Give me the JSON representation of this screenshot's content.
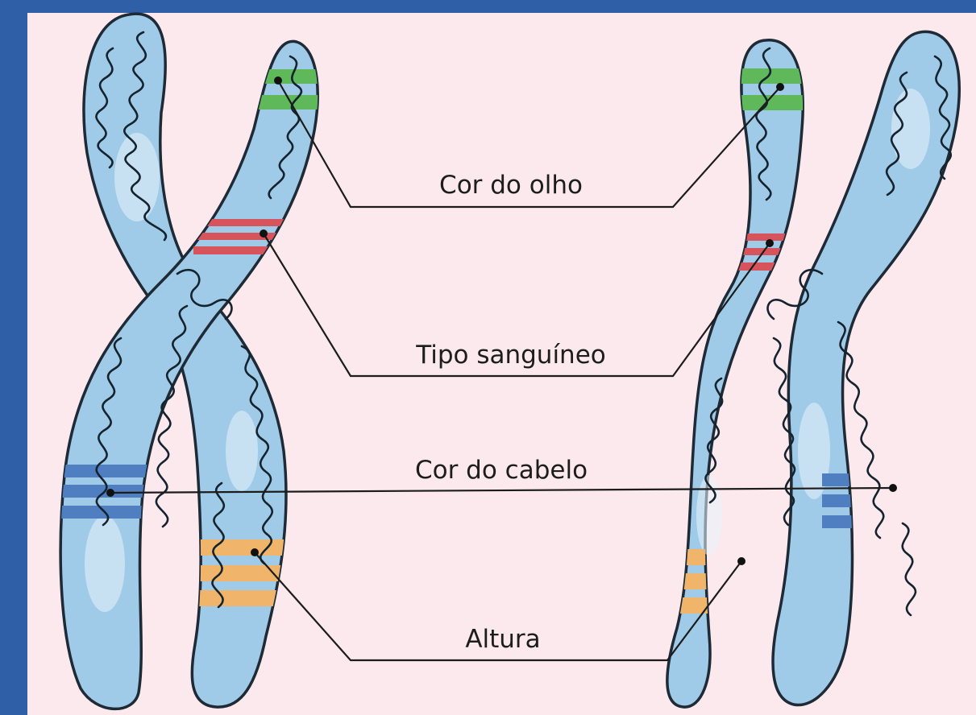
{
  "colors": {
    "frame": "#2f5fa7",
    "background": "#fbe9ee",
    "chromosome": "#9fcbe8",
    "eye_band": "#5fb85a",
    "blood_band": "#d8545c",
    "hair_band": "#4f7fc1",
    "height_band": "#f0b56a"
  },
  "labels": {
    "eye_color": "Cor do olho",
    "blood_type": "Tipo sanguíneo",
    "hair_color": "Cor do cabelo",
    "height": "Altura"
  }
}
